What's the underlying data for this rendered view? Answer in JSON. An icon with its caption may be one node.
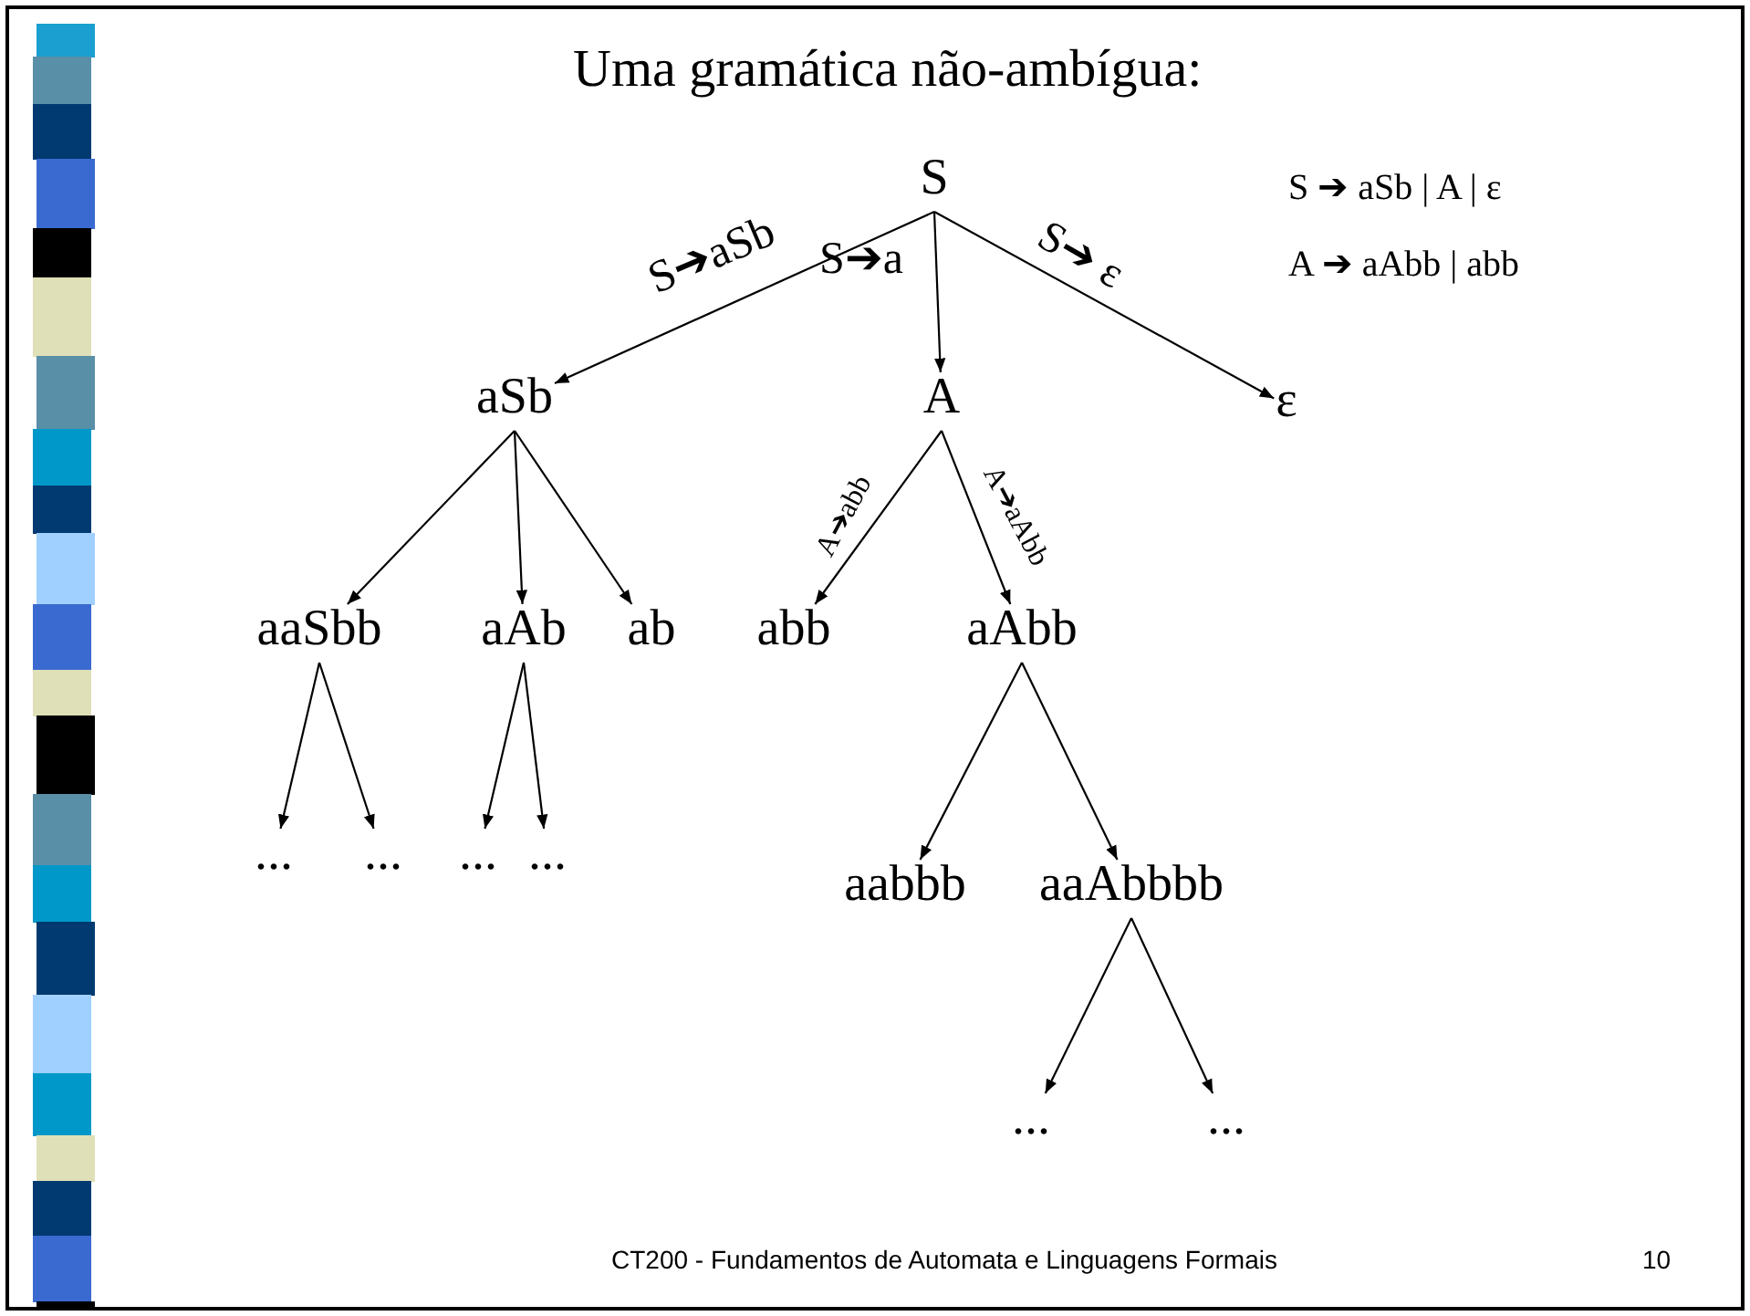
{
  "diagram": {
    "title": "Uma gramática não-ambígua:",
    "nodes": [
      {
        "text": [
          "S"
        ]
      },
      {
        "text": [
          "aSb"
        ]
      },
      {
        "text": [
          "A"
        ]
      },
      {
        "text": [
          "ε"
        ]
      },
      {
        "text": [
          "aaSbb"
        ]
      },
      {
        "text": [
          "aAb"
        ]
      },
      {
        "text": [
          "ab"
        ]
      },
      {
        "text": [
          "abb"
        ]
      },
      {
        "text": [
          "aAbb"
        ]
      },
      {
        "text": [
          "..."
        ]
      },
      {
        "text": [
          "..."
        ]
      },
      {
        "text": [
          "..."
        ]
      },
      {
        "text": [
          "..."
        ]
      },
      {
        "text": [
          "aabbb"
        ]
      },
      {
        "text": [
          "aaAbbbb"
        ]
      },
      {
        "text": [
          "..."
        ]
      },
      {
        "text": [
          "..."
        ]
      }
    ],
    "edges": [
      {
        "from": 0,
        "to": 1,
        "arrow": "to",
        "label": "S➔aSb"
      },
      {
        "from": 0,
        "to": 2,
        "arrow": "to",
        "label": "S➔a"
      },
      {
        "from": 0,
        "to": 3,
        "arrow": "to",
        "label": "S➔ ε"
      },
      {
        "from": 1,
        "to": 4,
        "arrow": "to"
      },
      {
        "from": 1,
        "to": 5,
        "arrow": "to"
      },
      {
        "from": 1,
        "to": 6,
        "arrow": "to"
      },
      {
        "from": 2,
        "to": 7,
        "arrow": "to",
        "label": "A➔abb"
      },
      {
        "from": 2,
        "to": 8,
        "arrow": "to",
        "label": "A➔aAbb"
      },
      {
        "from": 4,
        "to": 9,
        "arrow": "to"
      },
      {
        "from": 4,
        "to": 10,
        "arrow": "to"
      },
      {
        "from": 5,
        "to": 11,
        "arrow": "to"
      },
      {
        "from": 5,
        "to": 12,
        "arrow": "to"
      },
      {
        "from": 8,
        "to": 13,
        "arrow": "to"
      },
      {
        "from": 8,
        "to": 14,
        "arrow": "to"
      },
      {
        "from": 14,
        "to": 15,
        "arrow": "to"
      },
      {
        "from": 14,
        "to": 16,
        "arrow": "to"
      }
    ],
    "labels": [
      "S ➔ aSb | A | ε",
      "A ➔ aAbb | abb",
      "CT200 - Fundamentos de Automata e Linguagens Formais",
      "10"
    ]
  }
}
